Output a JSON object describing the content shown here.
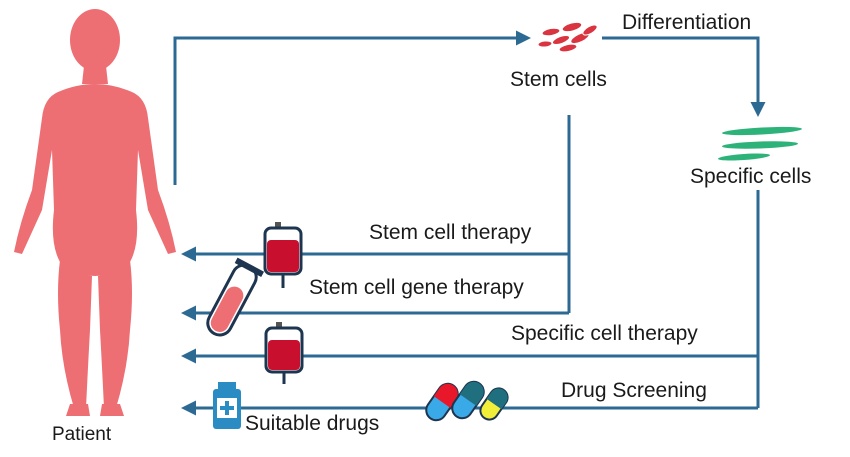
{
  "labels": {
    "patient": "Patient",
    "stem_cells": "Stem cells",
    "differentiation": "Differentiation",
    "specific_cells": "Specific cells",
    "stem_cell_therapy": "Stem cell therapy",
    "stem_cell_gene_therapy": "Stem cell gene  therapy",
    "specific_cell_therapy": "Specific cell therapy",
    "drug_screening": "Drug Screening",
    "suitable_drugs": "Suitable drugs"
  },
  "colors": {
    "arrow": "#2d6a93",
    "patient": "#ee6f73",
    "blood": "#c8102e",
    "specific_cells": "#2db37a",
    "stem_cells": "#d9343f",
    "pill_red": "#e8182a",
    "pill_teal": "#1f6f7f",
    "pill_blue": "#3aa9e8",
    "pill_yellow": "#f2ef3a",
    "bottle": "#2b8cc4"
  },
  "icons": [
    "patient-icon",
    "stem-cells-icon",
    "specific-cells-icon",
    "blood-bag-icon",
    "test-tube-icon",
    "capsule-icon",
    "medicine-bottle-icon"
  ]
}
